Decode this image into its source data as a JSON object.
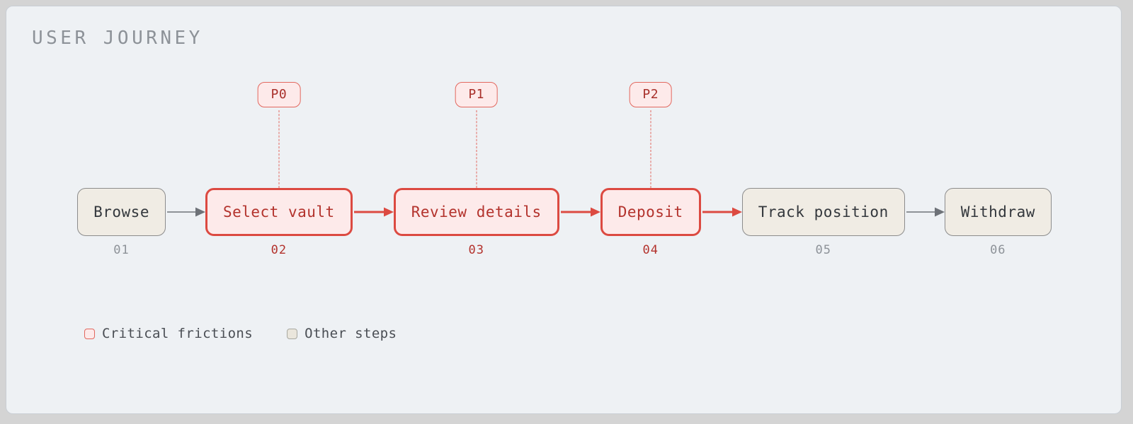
{
  "title": "USER JOURNEY",
  "colors": {
    "canvas_bg": "#eef1f4",
    "page_bg": "#d4d4d4",
    "critical_border": "#dc4a41",
    "critical_fill": "#fdeaea",
    "critical_text": "#b3322c",
    "neutral_border": "#8c8c8c",
    "neutral_fill": "#f0ece4",
    "neutral_text": "#34383d",
    "title_text": "#8d9298",
    "arrow_neutral": "#6e7278",
    "arrow_critical": "#dc4a41"
  },
  "steps": [
    {
      "index": "01",
      "label": "Browse",
      "type": "neutral",
      "badge": null
    },
    {
      "index": "02",
      "label": "Select vault",
      "type": "critical",
      "badge": "P0"
    },
    {
      "index": "03",
      "label": "Review details",
      "type": "critical",
      "badge": "P1"
    },
    {
      "index": "04",
      "label": "Deposit",
      "type": "critical",
      "badge": "P2"
    },
    {
      "index": "05",
      "label": "Track position",
      "type": "neutral",
      "badge": null
    },
    {
      "index": "06",
      "label": "Withdraw",
      "type": "neutral",
      "badge": null
    }
  ],
  "arrows": [
    {
      "from": "01",
      "to": "02",
      "style": "neutral"
    },
    {
      "from": "02",
      "to": "03",
      "style": "critical"
    },
    {
      "from": "03",
      "to": "04",
      "style": "critical"
    },
    {
      "from": "04",
      "to": "05",
      "style": "critical"
    },
    {
      "from": "05",
      "to": "06",
      "style": "neutral"
    }
  ],
  "legend": [
    {
      "label": "Critical frictions",
      "type": "critical"
    },
    {
      "label": "Other steps",
      "type": "neutral"
    }
  ]
}
